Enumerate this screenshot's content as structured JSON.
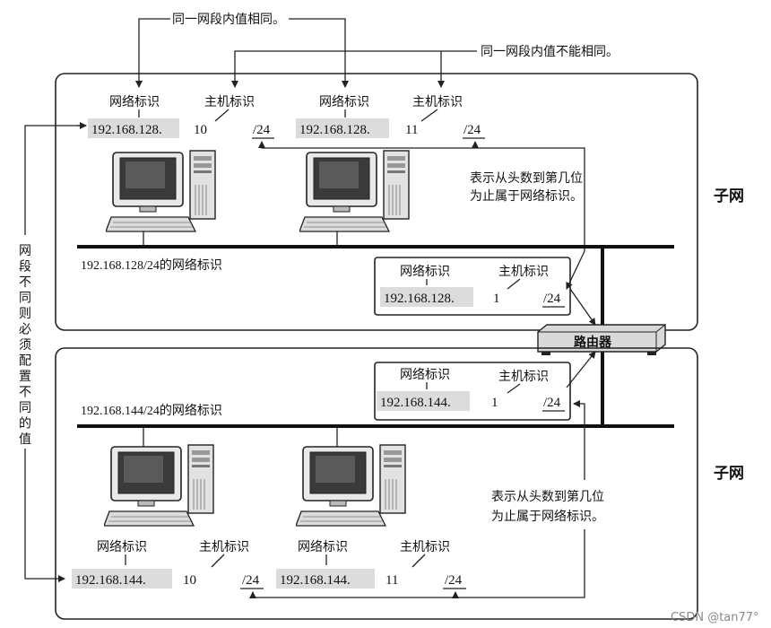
{
  "top_notes": {
    "same_value": "同一网段内值相同。",
    "unique_value": "同一网段内值不能相同。"
  },
  "labels": {
    "network_id": "网络标识",
    "host_id": "主机标识",
    "prefix_note_line1": "表示从头数到第几位",
    "prefix_note_line2": "为止属于网络标识。",
    "subnet": "子网",
    "router": "路由器",
    "side_note_chars": [
      "网",
      "段",
      "不",
      "同",
      "则",
      "必",
      "须",
      "配",
      "置",
      "不",
      "同",
      "的",
      "值"
    ]
  },
  "subnet1": {
    "network_label": "192.168.128/24的网络标识",
    "pc1": {
      "network": "192.168.128.",
      "host": "10",
      "prefix": "/24"
    },
    "pc2": {
      "network": "192.168.128.",
      "host": "11",
      "prefix": "/24"
    },
    "router_if": {
      "network": "192.168.128.",
      "host": "1",
      "prefix": "/24"
    }
  },
  "subnet2": {
    "network_label": "192.168.144/24的网络标识",
    "pc1": {
      "network": "192.168.144.",
      "host": "10",
      "prefix": "/24"
    },
    "pc2": {
      "network": "192.168.144.",
      "host": "11",
      "prefix": "/24"
    },
    "router_if": {
      "network": "192.168.144.",
      "host": "1",
      "prefix": "/24"
    }
  },
  "watermark": "CSDN @tan77°"
}
